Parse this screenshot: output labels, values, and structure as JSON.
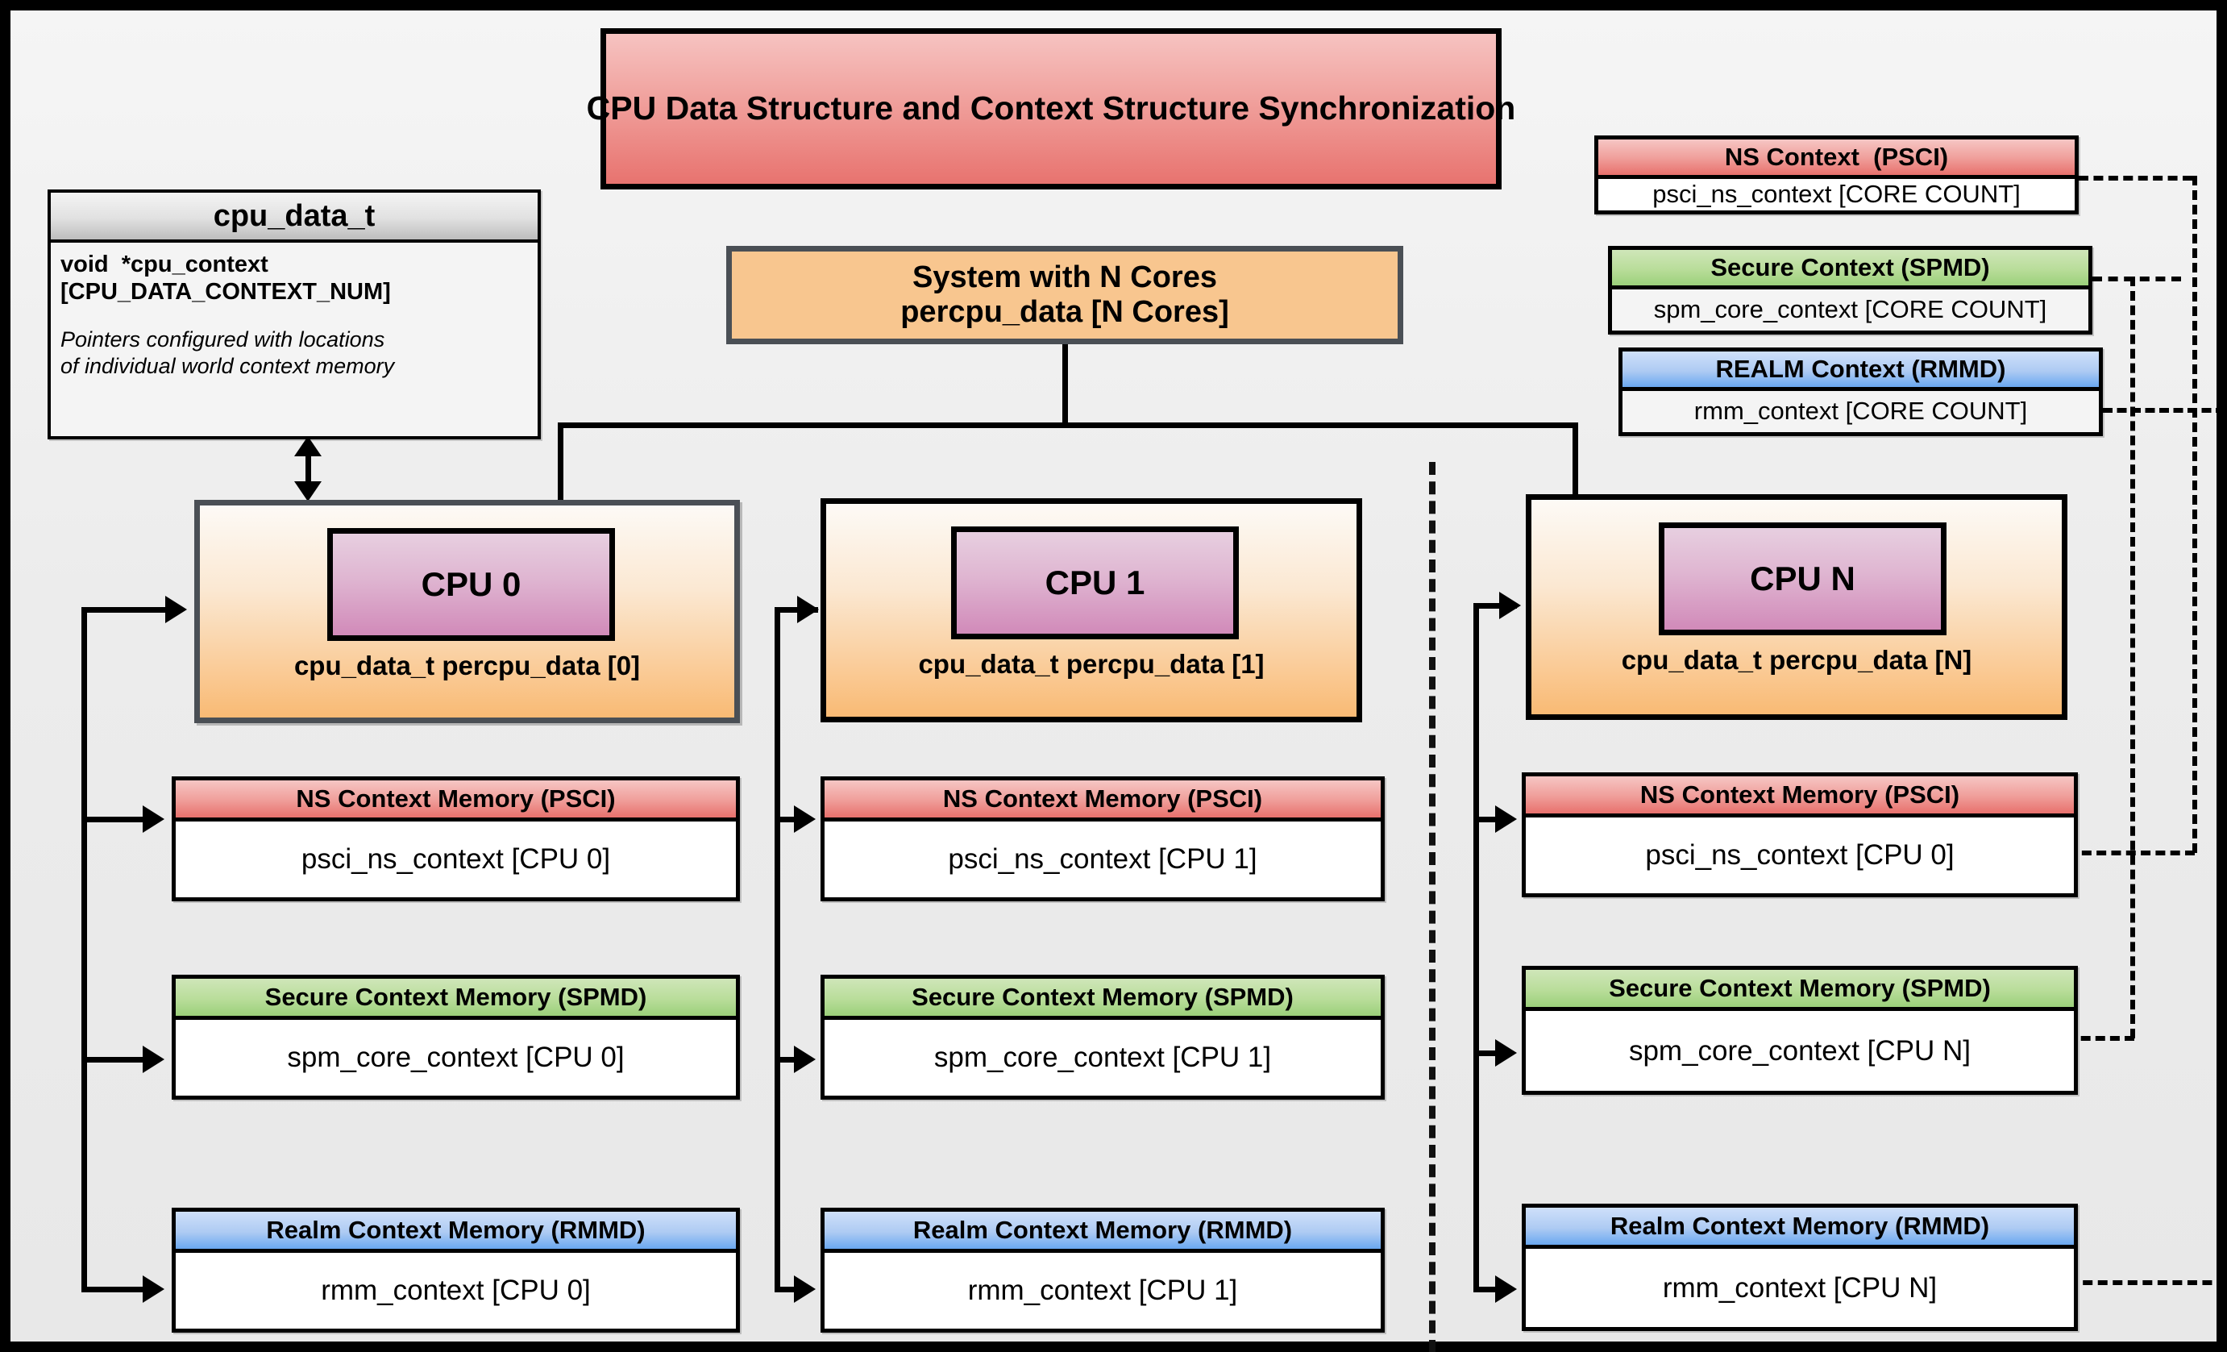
{
  "diagram": {
    "title": "CPU Data Structure and Context Structure Synchronization",
    "system_box": {
      "line1": "System with N Cores",
      "line2": "percpu_data [N Cores]"
    },
    "cpu_data_t": {
      "header": "cpu_data_t",
      "field": "void  *cpu_context\n[CPU_DATA_CONTEXT_NUM]",
      "note": "Pointers configured with locations\nof individual world context memory"
    },
    "global_contexts": [
      {
        "id": "ns",
        "header": "NS Context  (PSCI)",
        "body": "psci_ns_context [CORE COUNT]",
        "color": "#e8716d"
      },
      {
        "id": "secure",
        "header": "Secure Context (SPMD)",
        "body": "spm_core_context [CORE COUNT]",
        "color": "#9bd07a"
      },
      {
        "id": "realm",
        "header": "REALM Context (RMMD)",
        "body": "rmm_context [CORE COUNT]",
        "color": "#6aa8f0"
      }
    ],
    "cpus": [
      {
        "id": "cpu0",
        "chip_label": "CPU 0",
        "caption": "cpu_data_t percpu_data [0]",
        "contexts": [
          {
            "id": "ns",
            "header": "NS Context Memory (PSCI)",
            "body": "psci_ns_context [CPU 0]"
          },
          {
            "id": "secure",
            "header": "Secure Context Memory (SPMD)",
            "body": "spm_core_context [CPU 0]"
          },
          {
            "id": "realm",
            "header": "Realm Context Memory (RMMD)",
            "body": "rmm_context [CPU 0]"
          }
        ]
      },
      {
        "id": "cpu1",
        "chip_label": "CPU 1",
        "caption": "cpu_data_t percpu_data [1]",
        "contexts": [
          {
            "id": "ns",
            "header": "NS Context Memory (PSCI)",
            "body": "psci_ns_context [CPU 1]"
          },
          {
            "id": "secure",
            "header": "Secure Context Memory (SPMD)",
            "body": "spm_core_context [CPU 1]"
          },
          {
            "id": "realm",
            "header": "Realm Context Memory (RMMD)",
            "body": "rmm_context [CPU 1]"
          }
        ]
      },
      {
        "id": "cpuN",
        "chip_label": "CPU N",
        "caption": "cpu_data_t percpu_data [N]",
        "contexts": [
          {
            "id": "ns",
            "header": "NS Context Memory (PSCI)",
            "body": "psci_ns_context [CPU 0]"
          },
          {
            "id": "secure",
            "header": "Secure Context Memory (SPMD)",
            "body": "spm_core_context [CPU N]"
          },
          {
            "id": "realm",
            "header": "Realm Context Memory (RMMD)",
            "body": "rmm_context [CPU N]"
          }
        ]
      }
    ],
    "colors": {
      "ns": "#e8716d",
      "secure": "#9bd07a",
      "realm": "#6aa8f0",
      "cpu_card": "#f9ba74",
      "cpu_chip": "#d18ab9",
      "title": "#e8736f",
      "background": "#ececec"
    }
  }
}
